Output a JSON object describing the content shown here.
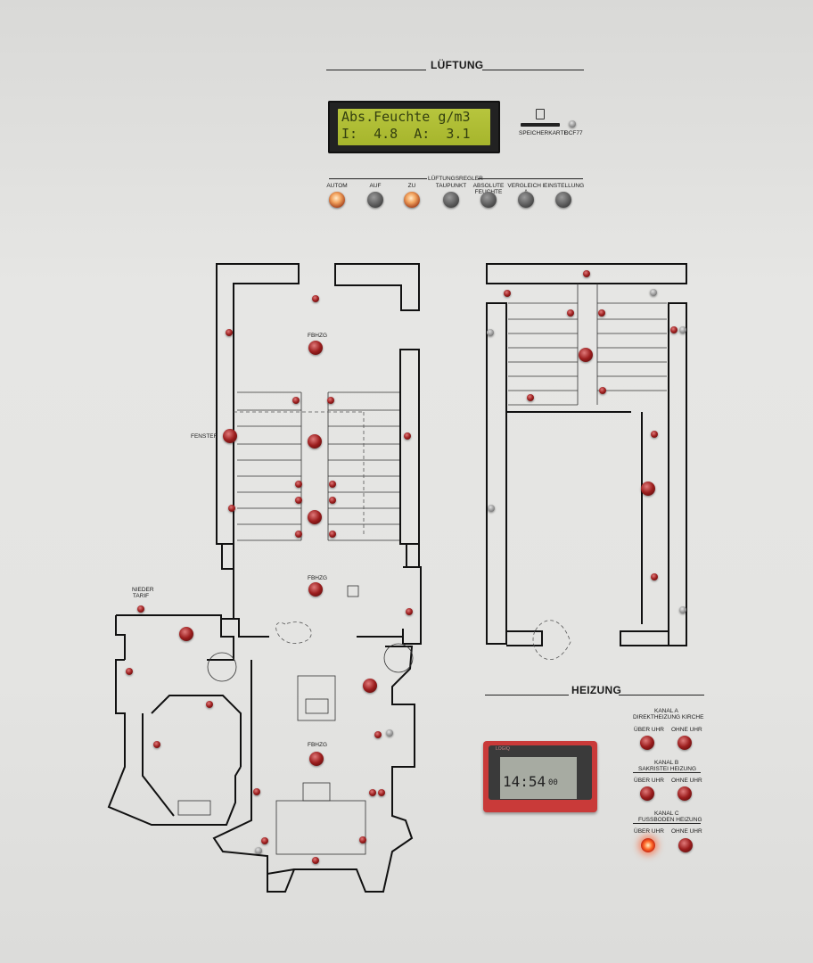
{
  "lueftung": {
    "title": "LÜFTUNG",
    "lcd_line1": "Abs.Feuchte g/m3",
    "lcd_line2": "I:  4.8  A:  3.1",
    "speicherkarte": "SPEICHERKARTE",
    "dcf": "DCF77",
    "regler_title": "LÜFTUNGSREGLER",
    "buttons": [
      {
        "label": "AUTOM",
        "lit": true
      },
      {
        "label": "AUF",
        "lit": false
      },
      {
        "label": "ZU",
        "lit": true
      },
      {
        "label": "TAUPUNKT",
        "lit": false
      },
      {
        "label": "ABSOLUTE FEUCHTE",
        "lit": false
      },
      {
        "label": "VERGLEICH I  A",
        "lit": false
      },
      {
        "label": "EINSTELLUNG",
        "lit": false
      }
    ]
  },
  "plan": {
    "fenster": "FENSTER",
    "fbhzg": "FBHZG",
    "nieder_tarif": "NIEDER TARIF"
  },
  "heizung": {
    "title": "HEIZUNG",
    "kanal_a": "KANAL A",
    "kanal_a_sub": "DIREKTHEIZUNG  KIRCHE",
    "kanal_b": "KANAL B",
    "kanal_b_sub": "SAKRISTEI HEIZUNG",
    "kanal_c": "KANAL C",
    "kanal_c_sub": "FUSSBODEN HEIZUNG",
    "ueber_uhr": "ÜBER UHR",
    "ohne_uhr": "OHNE UHR",
    "clock_brand": "LOGIQ",
    "clock_time": "14:54",
    "clock_small": "00"
  },
  "colors": {
    "led_red": "#9b1d1d",
    "led_active": "#ff6a2a",
    "lcd_green": "#b1bf36",
    "clock_red": "#c93a39"
  }
}
